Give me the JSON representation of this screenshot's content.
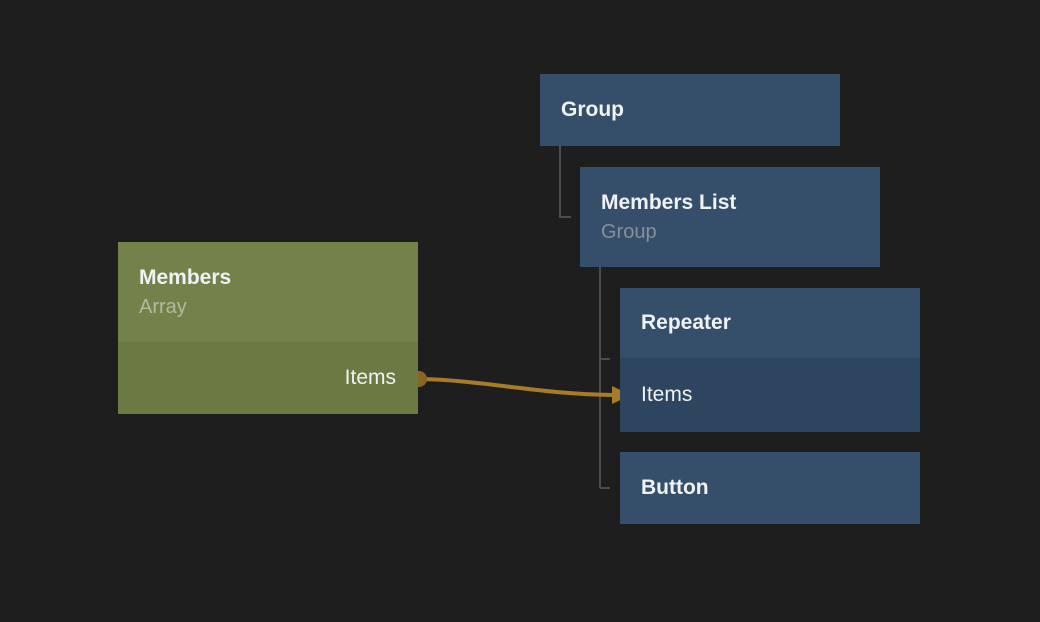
{
  "colors": {
    "background": "#1f1e1e",
    "node-blue": "#354e6a",
    "node-blue-row": "#2e455f",
    "node-green": "#73814a",
    "node-green-row": "#6a7a42",
    "wire": "#a87b2a",
    "port": "#8b6526",
    "tree-line": "#4c4c4c",
    "title-text": "#f0f2f4",
    "subtitle-blue": "#87909d",
    "subtitle-green": "#b3bb9f"
  },
  "nodes": {
    "group": {
      "title": "Group"
    },
    "members_list": {
      "title": "Members List",
      "subtitle": "Group"
    },
    "repeater": {
      "title": "Repeater",
      "input_port": "Items"
    },
    "button": {
      "title": "Button"
    },
    "members": {
      "title": "Members",
      "subtitle": "Array",
      "output_port": "Items"
    }
  }
}
